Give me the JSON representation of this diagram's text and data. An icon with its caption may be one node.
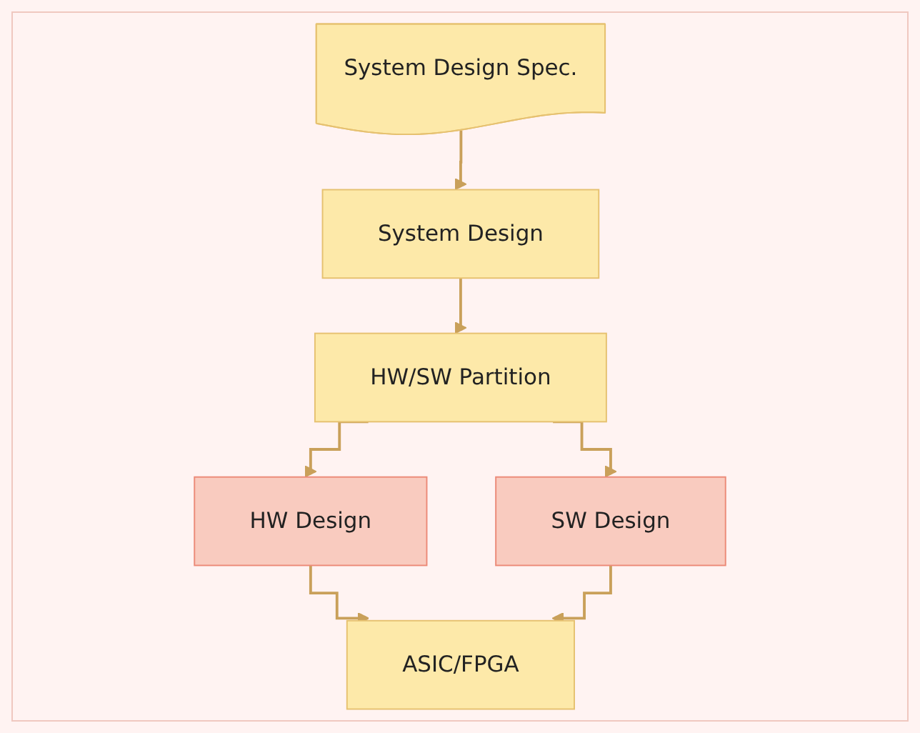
{
  "diagram": {
    "nodes": [
      {
        "text": [
          "System Design Spec."
        ]
      },
      {
        "text": [
          "System Design"
        ]
      },
      {
        "text": [
          "HW/SW Partition"
        ]
      },
      {
        "text": [
          "HW Design"
        ]
      },
      {
        "text": [
          "SW Design"
        ]
      },
      {
        "text": [
          "ASIC/FPGA"
        ]
      }
    ],
    "edges": [
      {
        "from": 0,
        "to": 1,
        "arrow": "to"
      },
      {
        "from": 1,
        "to": 2,
        "arrow": "to"
      },
      {
        "from": 2,
        "to": 3,
        "arrow": "to"
      },
      {
        "from": 2,
        "to": 4,
        "arrow": "to"
      },
      {
        "from": 3,
        "to": 5,
        "arrow": "to"
      },
      {
        "from": 4,
        "to": 5,
        "arrow": "to"
      }
    ]
  }
}
